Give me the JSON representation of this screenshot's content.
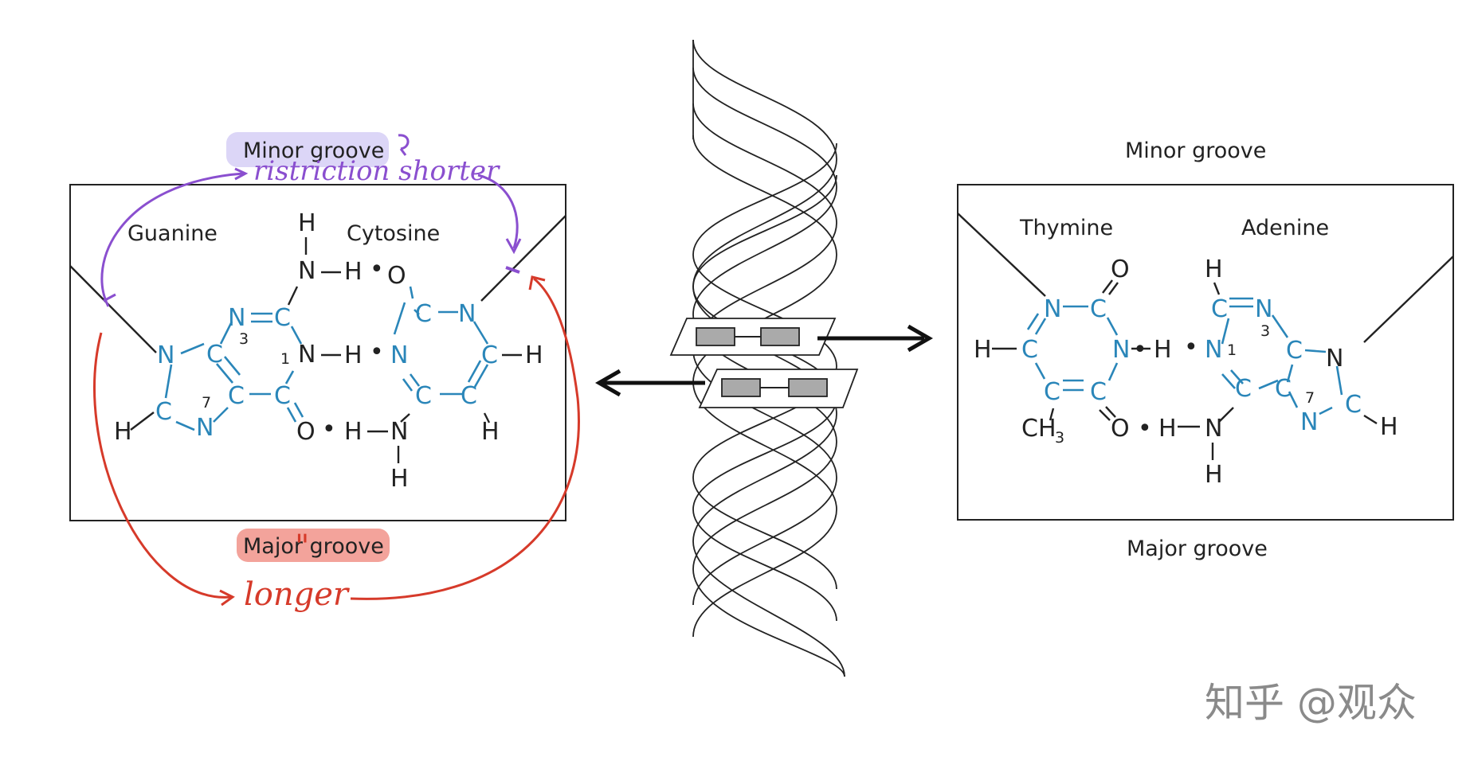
{
  "left_panel": {
    "top_label": "Minor groove",
    "bottom_label": "Major groove",
    "base_left": "Guanine",
    "base_right": "Cytosine",
    "annotation_top": "ristriction shorter",
    "annotation_bottom": "longer",
    "annotation_bottom_mark": "\"",
    "highlight_top_color": "#dcd6f7",
    "highlight_bottom_color": "#f3a39b"
  },
  "right_panel": {
    "top_label": "Minor groove",
    "bottom_label": "Major groove",
    "base_left": "Thymine",
    "base_right": "Adenine"
  },
  "atoms": {
    "N": "N",
    "C": "C",
    "O": "O",
    "H": "H",
    "dot": "•",
    "CH": "CH",
    "sub3": "3",
    "n1": "1",
    "n3": "3",
    "n7": "7"
  },
  "colors": {
    "base_atoms": "#2a86b9",
    "annotation_purple": "#8a4fcf",
    "annotation_red": "#d63a2a"
  },
  "watermark": "知乎 @观众"
}
